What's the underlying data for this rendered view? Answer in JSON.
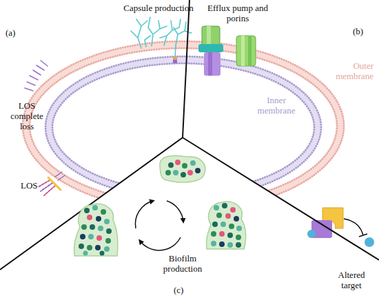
{
  "diagram": {
    "labels": [
      "Capsule production",
      "(a)",
      "LOS complete loss",
      "LOS",
      "Efflux pump and porins",
      "(b)",
      "Outer membrane",
      "Inner membrane",
      "Altered target",
      "Biofilm production",
      "(c)"
    ]
  }
}
